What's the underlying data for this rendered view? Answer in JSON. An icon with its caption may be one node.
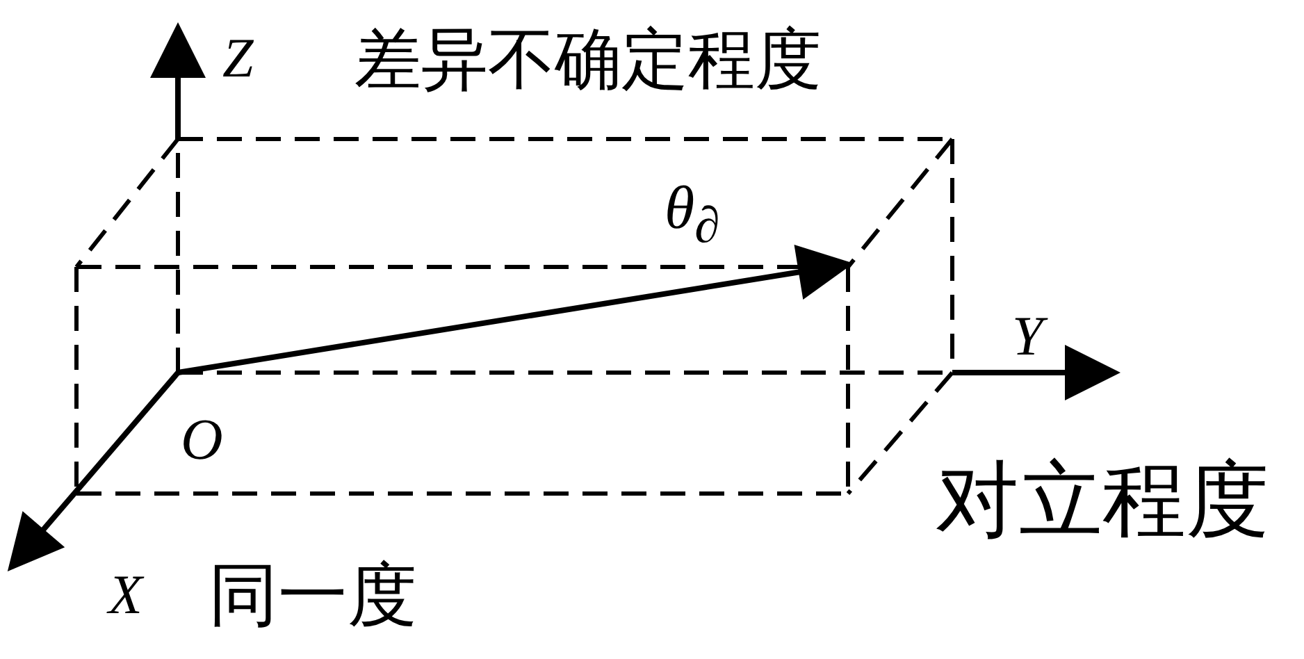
{
  "diagram": {
    "labels": [
      "Z",
      "差异不确定程度",
      "θ$_{∂}$",
      "Y",
      "O",
      "对立程度",
      "X",
      "同一度"
    ]
  }
}
